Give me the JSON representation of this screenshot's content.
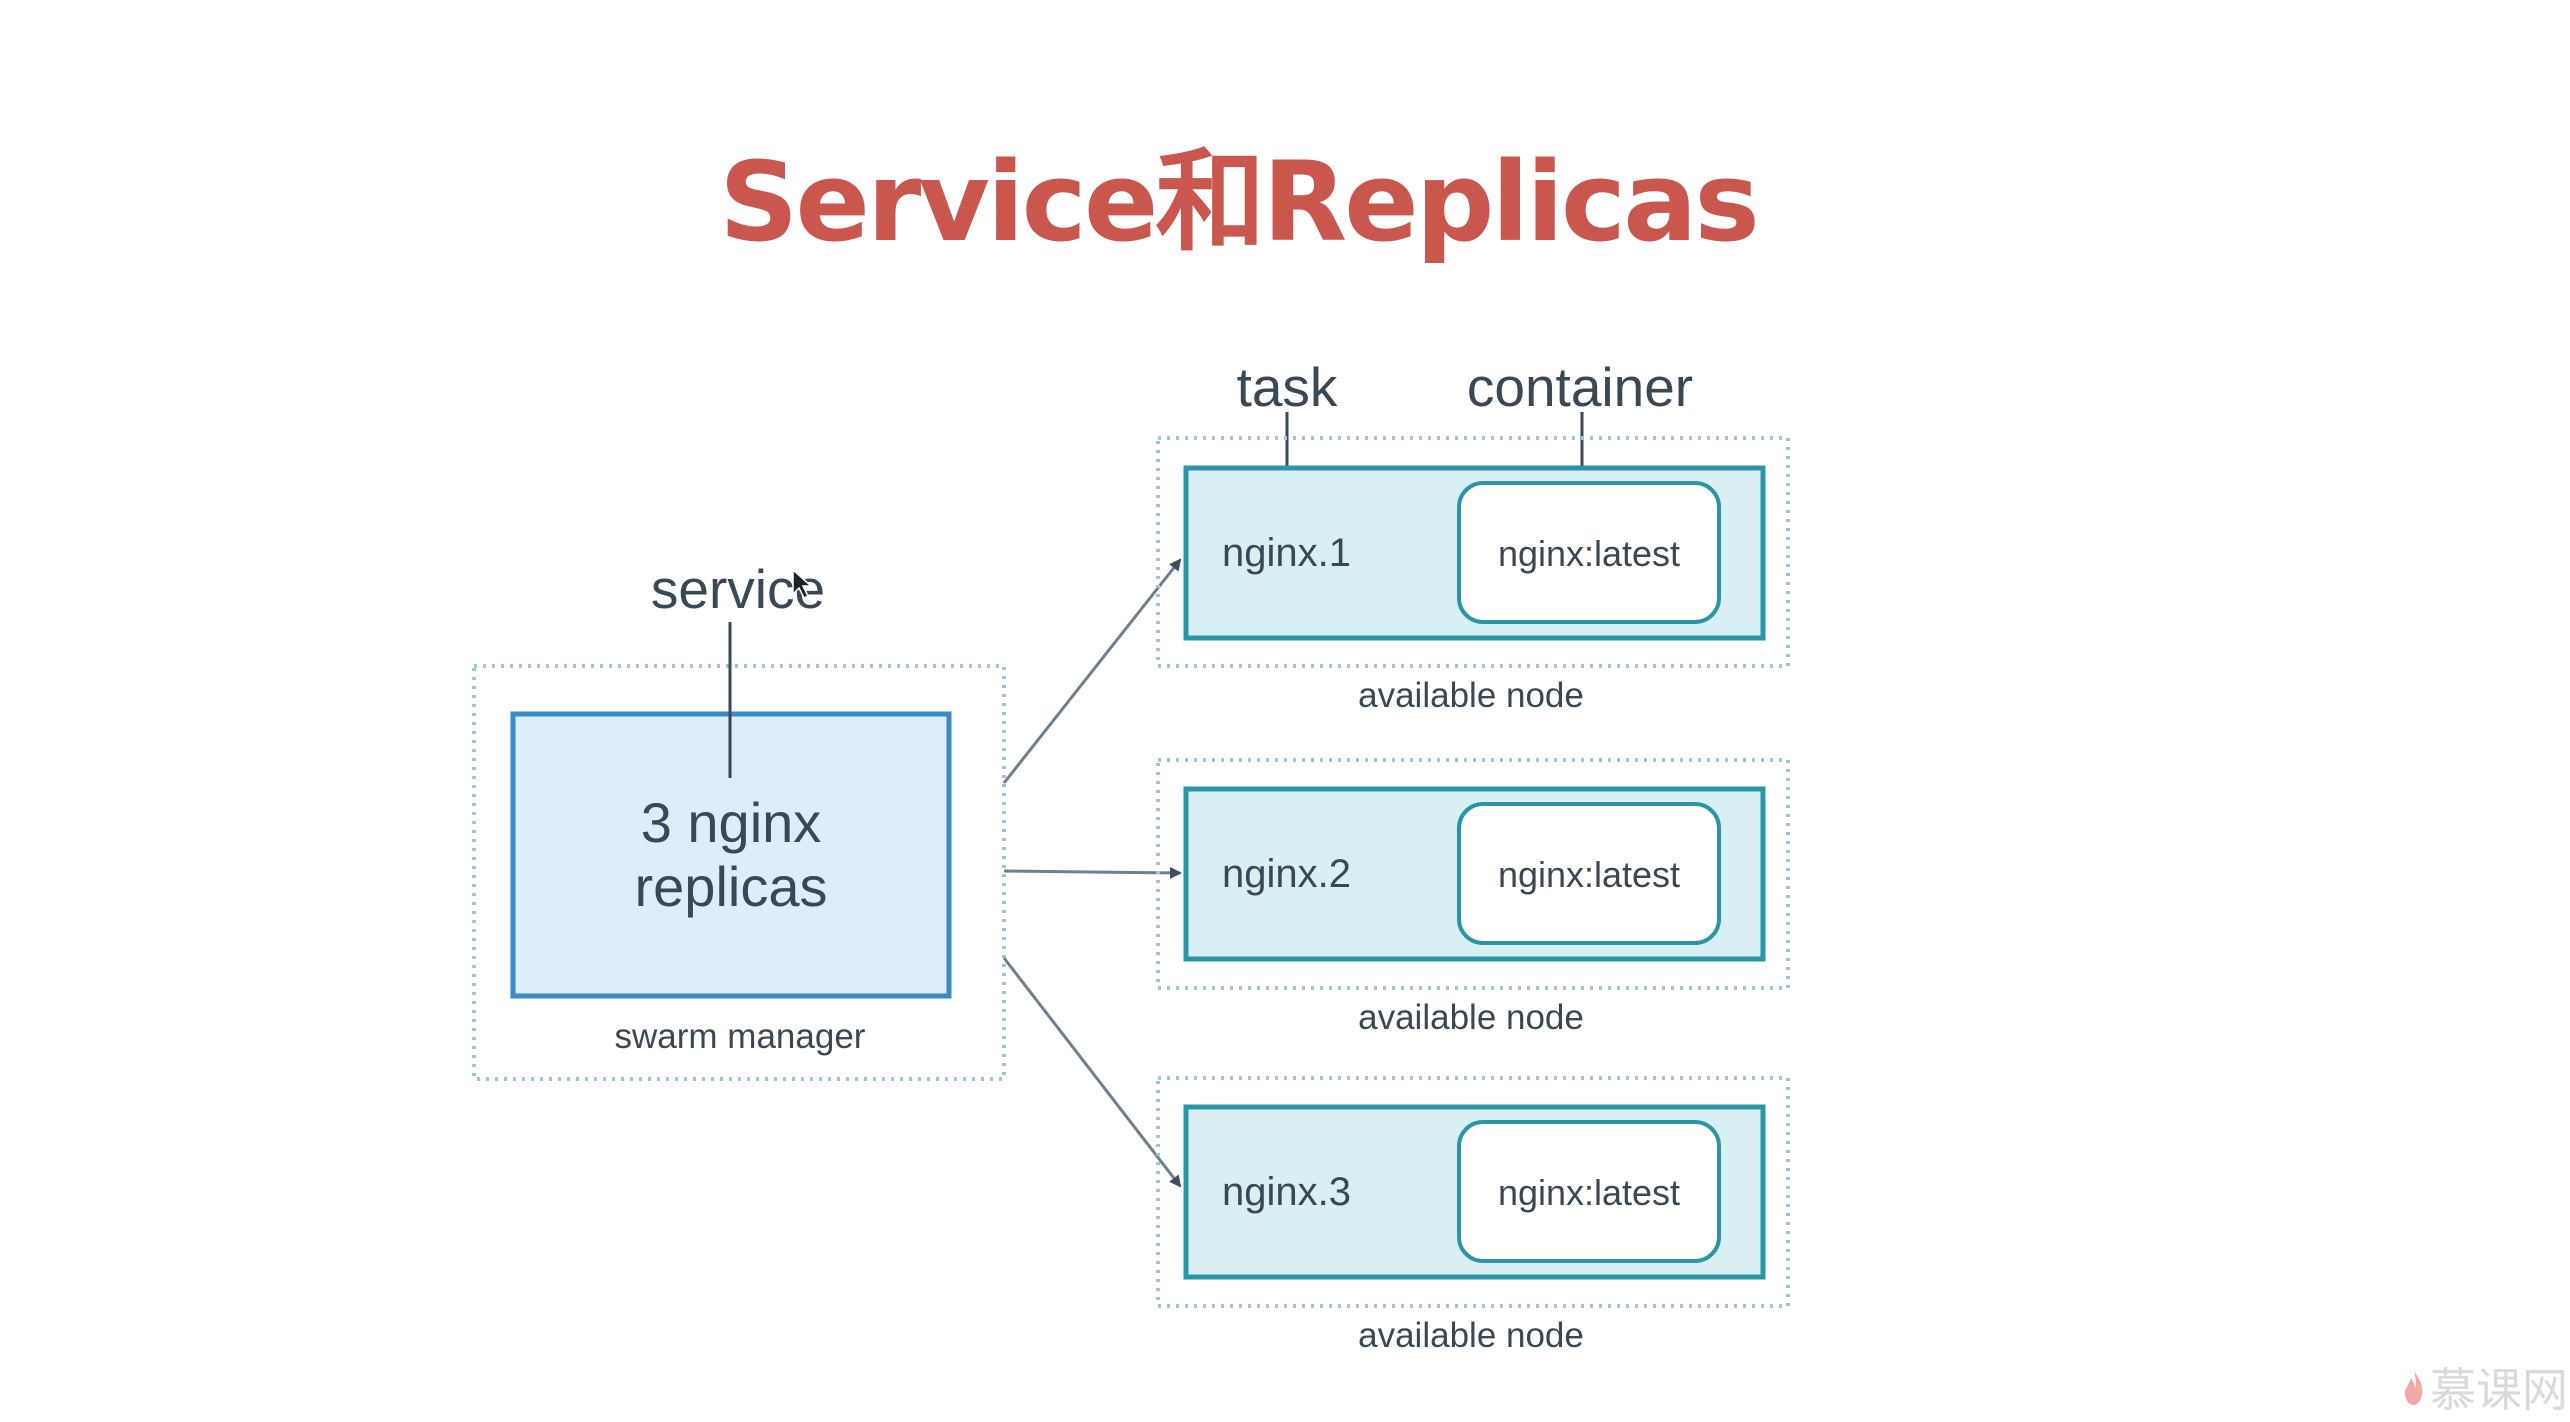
{
  "slide": {
    "title": "Service和Replicas"
  },
  "diagram": {
    "labels": {
      "service": "service",
      "task": "task",
      "container": "container"
    },
    "manager": {
      "line1": "3 nginx",
      "line2": "replicas",
      "caption": "swarm manager"
    },
    "nodes": [
      {
        "task": "nginx.1",
        "container": "nginx:latest",
        "caption": "available node"
      },
      {
        "task": "nginx.2",
        "container": "nginx:latest",
        "caption": "available node"
      },
      {
        "task": "nginx.3",
        "container": "nginx:latest",
        "caption": "available node"
      }
    ],
    "colors": {
      "title": "#c9574e",
      "manager_fill": "#dbeefa",
      "manager_border": "#3b8ac6",
      "node_fill": "#d8eff3",
      "node_border": "#2b95a6",
      "dotted_border": "#9cc5dc",
      "text": "#3a4856",
      "arrow": "#6f7f8e"
    }
  },
  "watermark": {
    "text": "慕课网"
  }
}
